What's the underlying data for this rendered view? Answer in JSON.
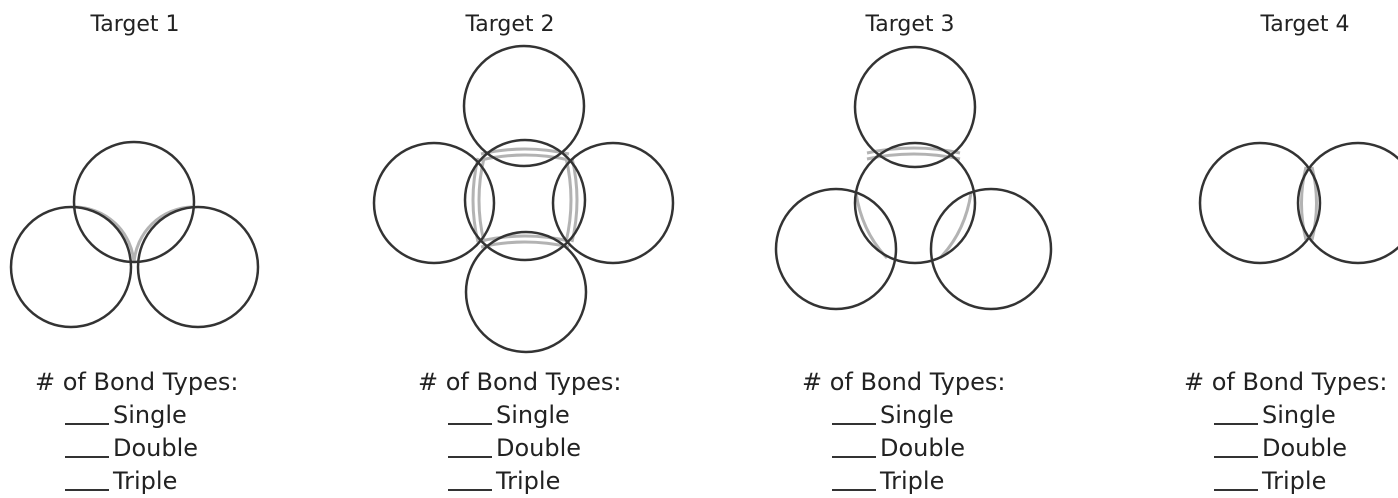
{
  "question_label": "# of Bond Types:",
  "colors": {
    "circle": "#333333",
    "bond": "#b3b3b3"
  },
  "targets": [
    {
      "title": "Target 1",
      "bond_types": [
        "Single",
        "Double",
        "Triple"
      ]
    },
    {
      "title": "Target 2",
      "bond_types": [
        "Single",
        "Double",
        "Triple"
      ]
    },
    {
      "title": "Target 3",
      "bond_types": [
        "Single",
        "Double",
        "Triple"
      ]
    },
    {
      "title": "Target 4",
      "bond_types": [
        "Single",
        "Double",
        "Triple"
      ]
    }
  ]
}
